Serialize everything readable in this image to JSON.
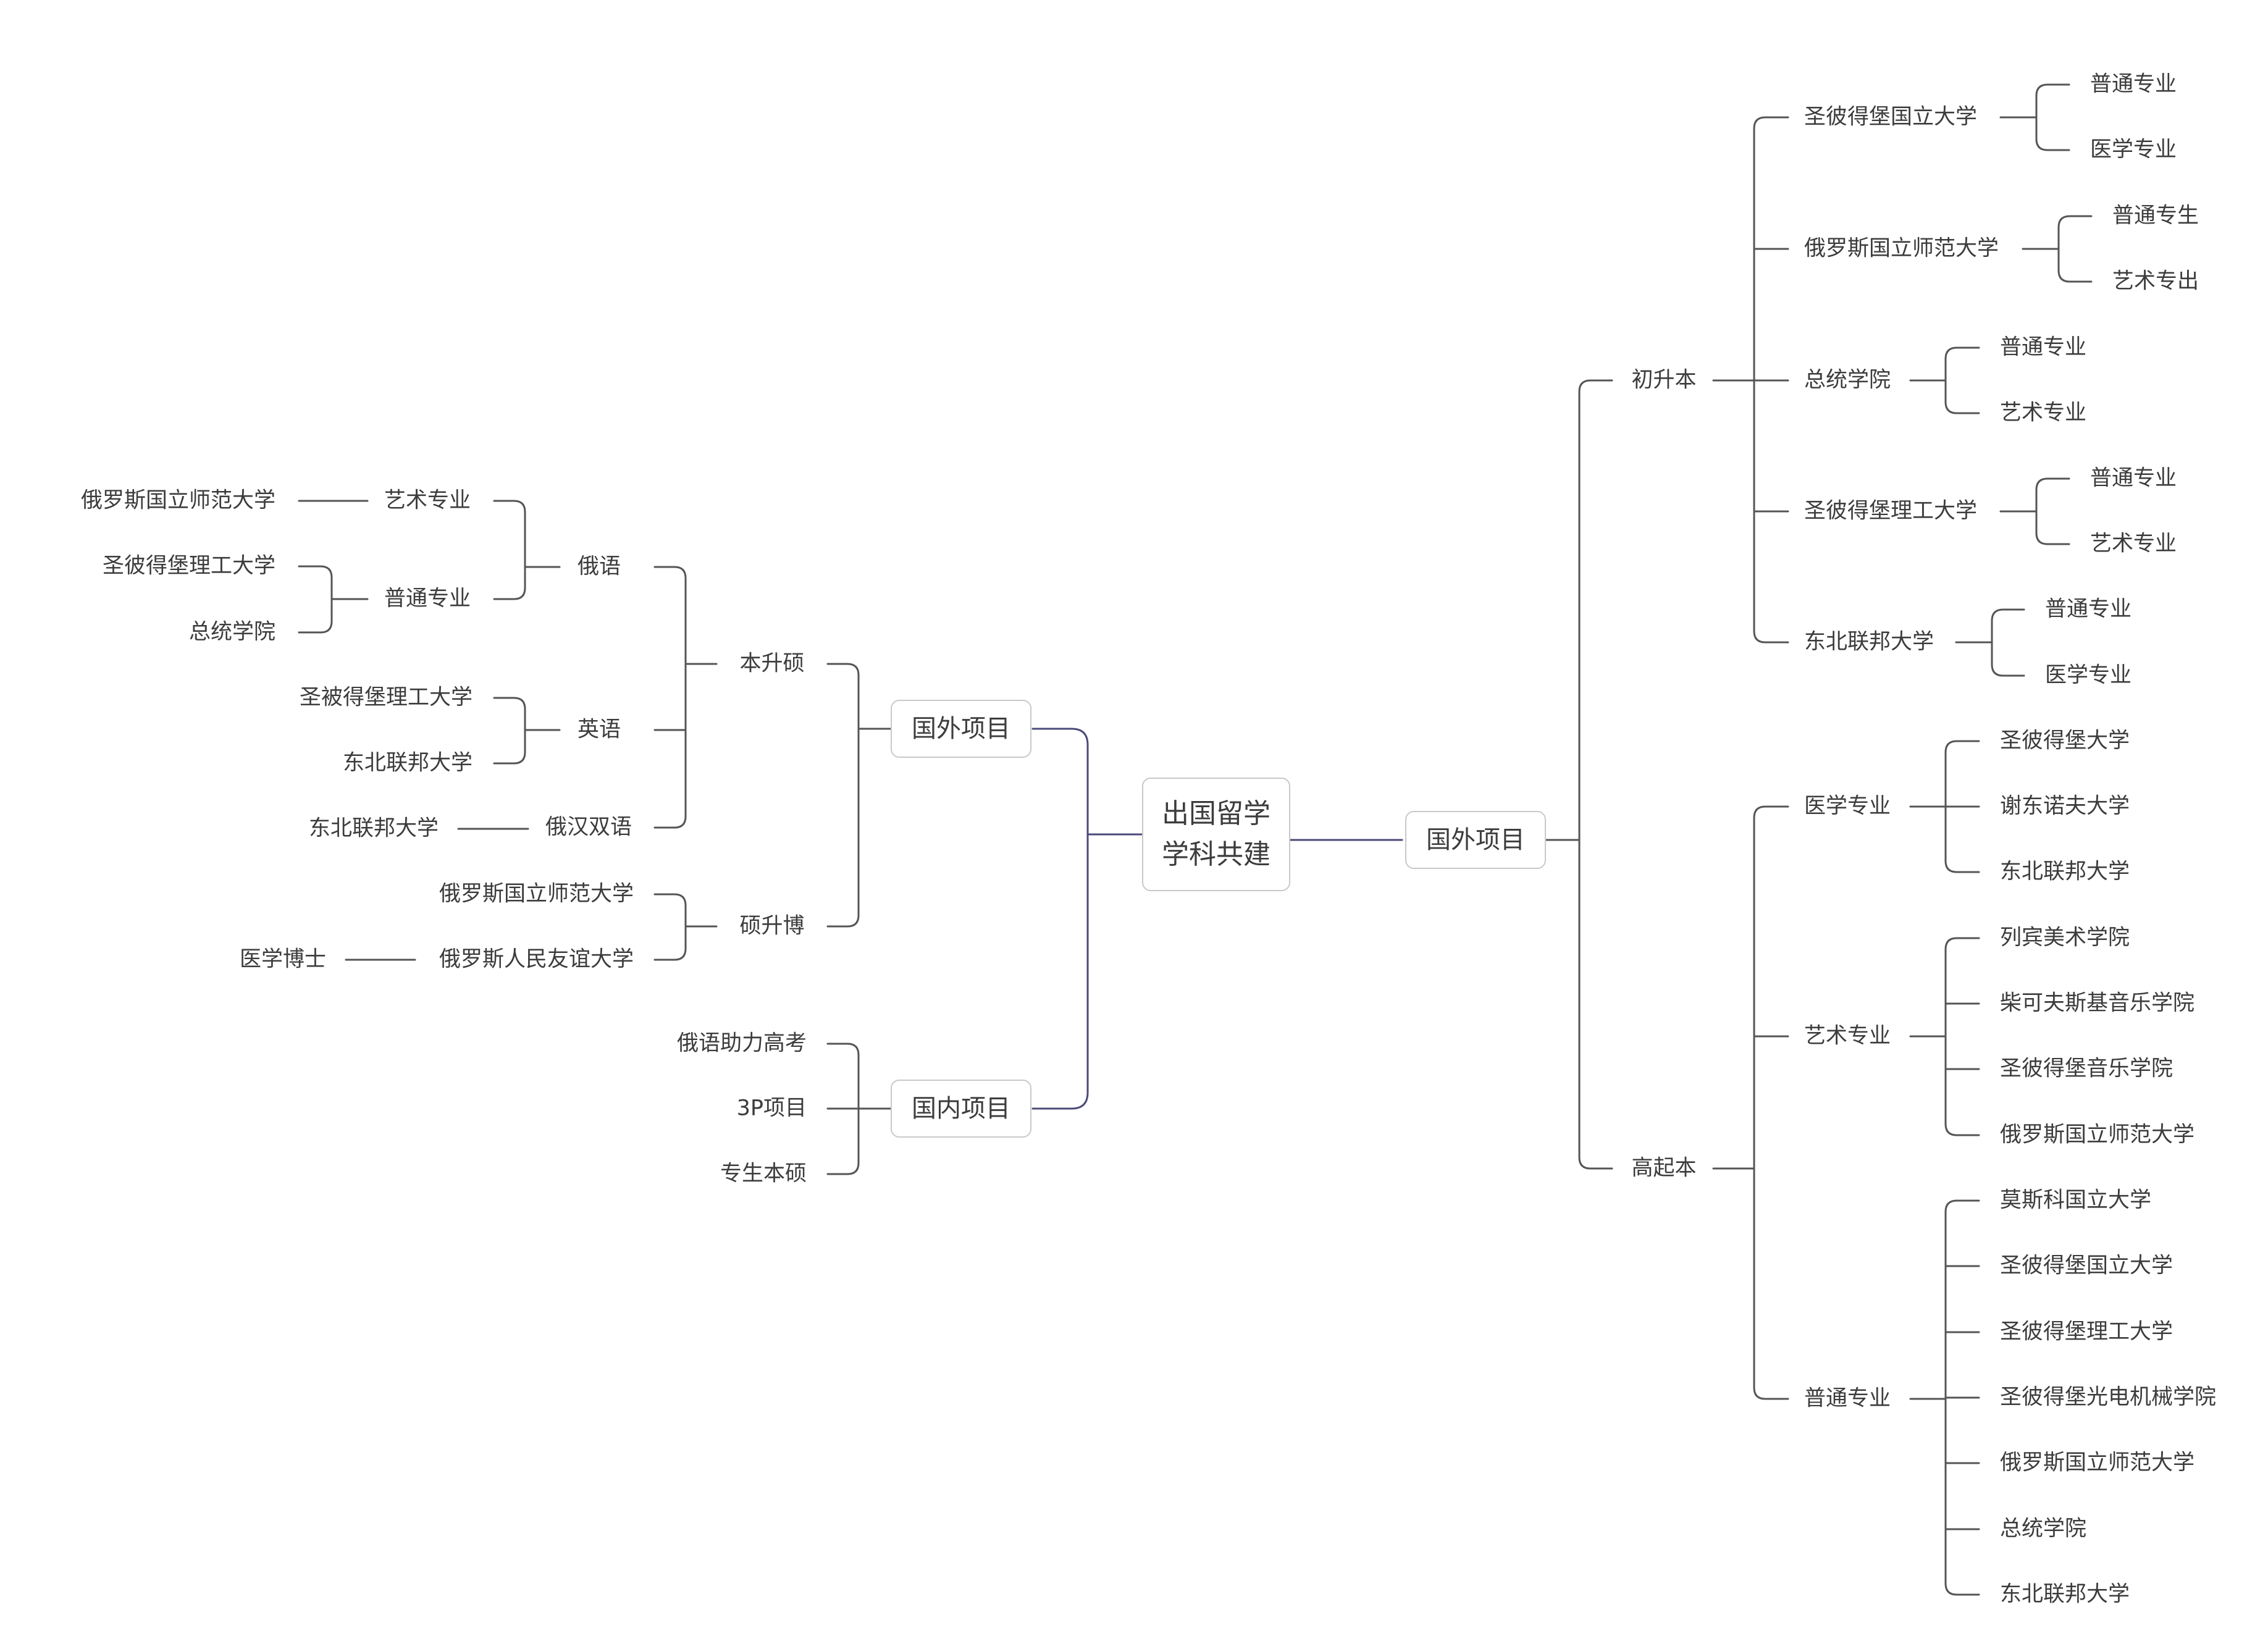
{
  "root": {
    "line1": "出国留学",
    "line2": "学科共建"
  },
  "left": {
    "overseas": {
      "label": "国外项目",
      "bensheng": {
        "label": "本升硕",
        "russian": {
          "label": "俄语",
          "art": {
            "label": "艺术专业",
            "school": "俄罗斯国立师范大学"
          },
          "general": {
            "label": "普通专业",
            "schools": [
              "圣彼得堡理工大学",
              "总统学院"
            ]
          }
        },
        "english": {
          "label": "英语",
          "schools": [
            "圣被得堡理工大学",
            "东北联邦大学"
          ]
        },
        "bilingual": {
          "label": "俄汉双语",
          "school": "东北联邦大学"
        }
      },
      "shuosheng": {
        "label": "硕升博",
        "schools": [
          "俄罗斯国立师范大学",
          "俄罗斯人民友谊大学"
        ],
        "medical_phd": "医学博士"
      }
    },
    "domestic": {
      "label": "国内项目",
      "items": [
        "俄语助力高考",
        "3P项目",
        "专生本硕"
      ]
    }
  },
  "right": {
    "overseas": {
      "label": "国外项目",
      "chusheng": {
        "label": "初升本",
        "schools": [
          {
            "name": "圣彼得堡国立大学",
            "majors": [
              "普通专业",
              "医学专业"
            ]
          },
          {
            "name": "俄罗斯国立师范大学",
            "majors": [
              "普通专生",
              "艺术专出"
            ]
          },
          {
            "name": "总统学院",
            "majors": [
              "普通专业",
              "艺术专业"
            ]
          },
          {
            "name": "圣彼得堡理工大学",
            "majors": [
              "普通专业",
              "艺术专业"
            ]
          },
          {
            "name": "东北联邦大学",
            "majors": [
              "普通专业",
              "医学专业"
            ]
          }
        ]
      },
      "gaoqi": {
        "label": "高起本",
        "majors": [
          {
            "name": "医学专业",
            "schools": [
              "圣彼得堡大学",
              "谢东诺夫大学",
              "东北联邦大学"
            ]
          },
          {
            "name": "艺术专业",
            "schools": [
              "列宾美术学院",
              "柴可夫斯基音乐学院",
              "圣彼得堡音乐学院",
              "俄罗斯国立师范大学"
            ]
          },
          {
            "name": "普通专业",
            "schools": [
              "莫斯科国立大学",
              "圣彼得堡国立大学",
              "圣彼得堡理工大学",
              "圣彼得堡光电机械学院",
              "俄罗斯国立师范大学",
              "总统学院",
              "东北联邦大学"
            ]
          }
        ]
      }
    }
  },
  "colors": {
    "line": "#555555",
    "main_line": "#4a4a7a",
    "text": "#3c3c3c",
    "box_border": "#c9c9c9"
  }
}
